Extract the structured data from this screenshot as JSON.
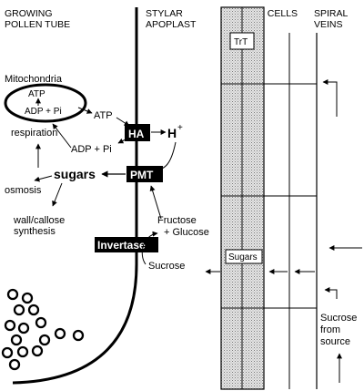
{
  "headers": {
    "pollen_line1": "GROWING",
    "pollen_line2": "POLLEN TUBE",
    "apoplast_line1": "STYLAR",
    "apoplast_line2": "APOPLAST",
    "cells": "STYLAR CELLS",
    "veins_line1": "SPIRAL",
    "veins_line2": "VEINS"
  },
  "labels": {
    "trt": "TrT",
    "mitochondria": "Mitochondria",
    "atp_inner": "ATP",
    "adp_inner": "ADP + Pi",
    "atp_outer": "ATP",
    "respiration": "respiration",
    "adp_outer": "ADP + Pi",
    "hplus": "H",
    "hplus_sup": "+",
    "sugars_main": "sugars",
    "osmosis": "osmosis",
    "wall_line1": "wall/callose",
    "wall_line2": "synthesis",
    "fructose": "Fructose",
    "glucose": "+ Glucose",
    "sucrose": "Sucrose",
    "sugars_box": "Sugars",
    "source_line1": "Sucrose",
    "source_line2": "from",
    "source_line3": "source"
  },
  "enzymes": {
    "ha": "HA",
    "pmt": "PMT",
    "invertase": "Invertase"
  }
}
